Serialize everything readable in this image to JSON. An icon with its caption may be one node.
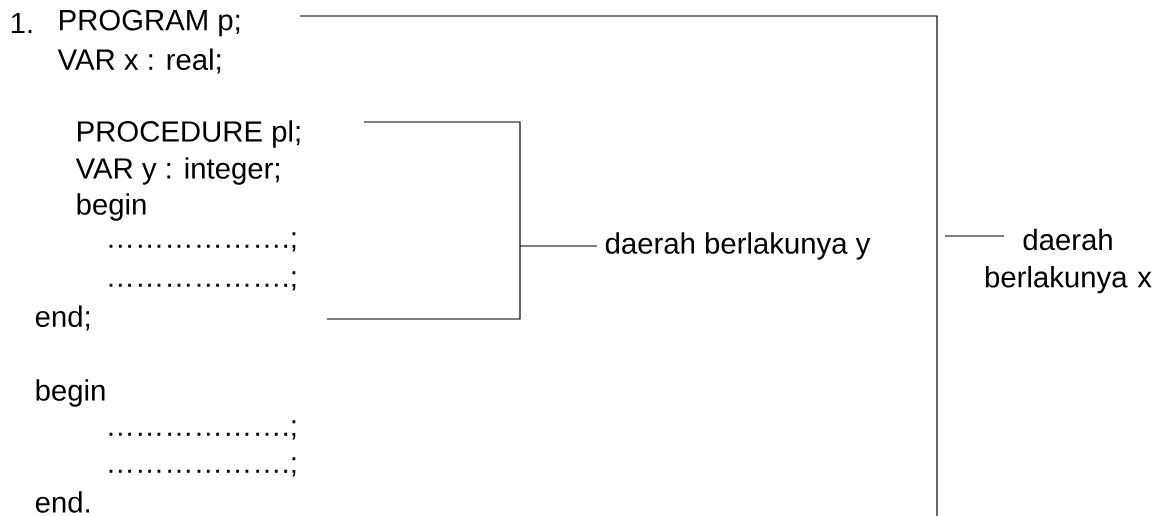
{
  "diagram": {
    "labels": [
      "1.",
      "PROGRAM p;",
      "VAR x : real;",
      "PROCEDURE pl;",
      "VAR y : integer;",
      "begin",
      "……………….;",
      "……………….;",
      "end;",
      "daerah berlakunya y",
      "daerah berlakunya x",
      "begin",
      "……………….;",
      "……………….;",
      "end."
    ]
  }
}
